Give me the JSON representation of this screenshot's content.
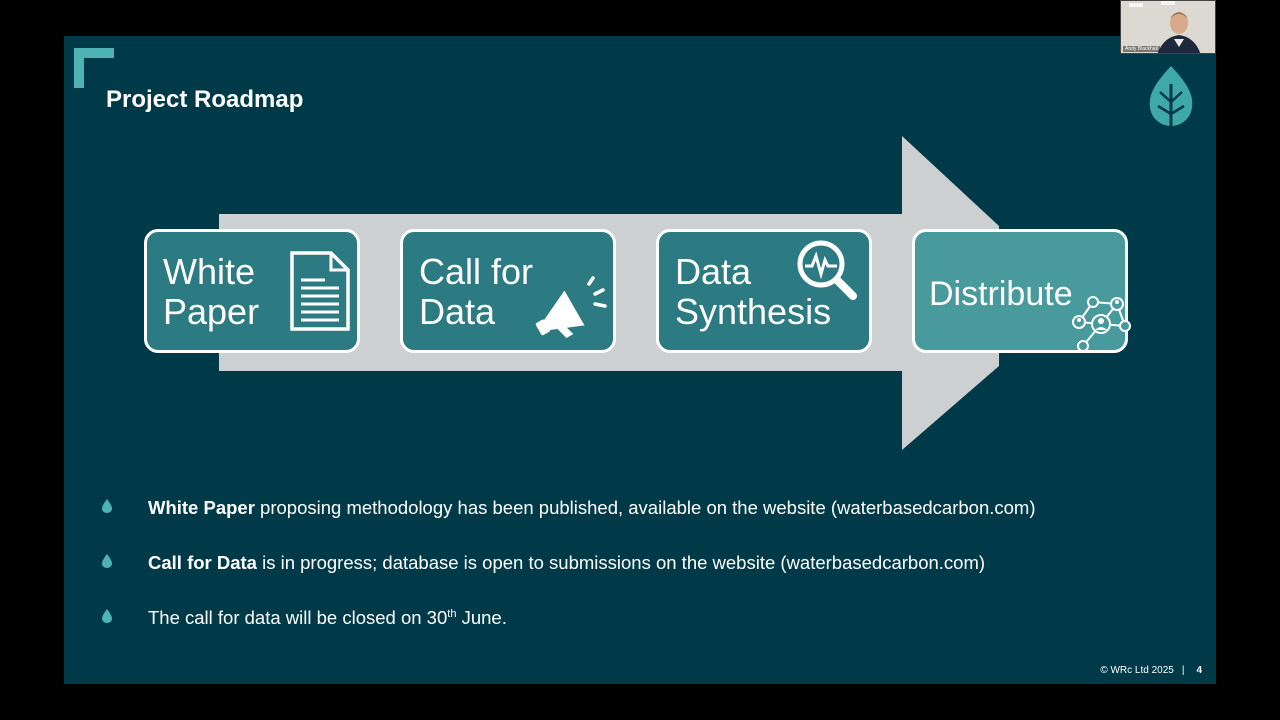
{
  "slide": {
    "title": "Project Roadmap",
    "stages": [
      {
        "label": "White\nPaper",
        "icon": "document-icon"
      },
      {
        "label": "Call for\nData",
        "icon": "megaphone-icon"
      },
      {
        "label": "Data\nSynthesis",
        "icon": "magnifier-pulse-icon"
      },
      {
        "label": "Distribute",
        "icon": "network-icon"
      }
    ],
    "bullets": [
      {
        "bold": "White Paper",
        "text": " proposing methodology has been published, available on the website (waterbasedcarbon.com)"
      },
      {
        "bold": "Call for Data",
        "text": " is in progress; database is open to submissions on the website (waterbasedcarbon.com)"
      },
      {
        "bold": "",
        "text_before": "The call for data will be closed on 30",
        "sup": "th",
        "text_after": " June."
      }
    ],
    "footer": {
      "copyright": "© WRc Ltd 2025",
      "separator": "|",
      "page_number": "4"
    },
    "colors": {
      "background": "#003a48",
      "box": "#2c7b83",
      "box_last": "#489a9c",
      "arrow": "#cdd0d1",
      "accent": "#4fb3b3"
    }
  },
  "webcam": {
    "name": "Andy Blackhall"
  }
}
